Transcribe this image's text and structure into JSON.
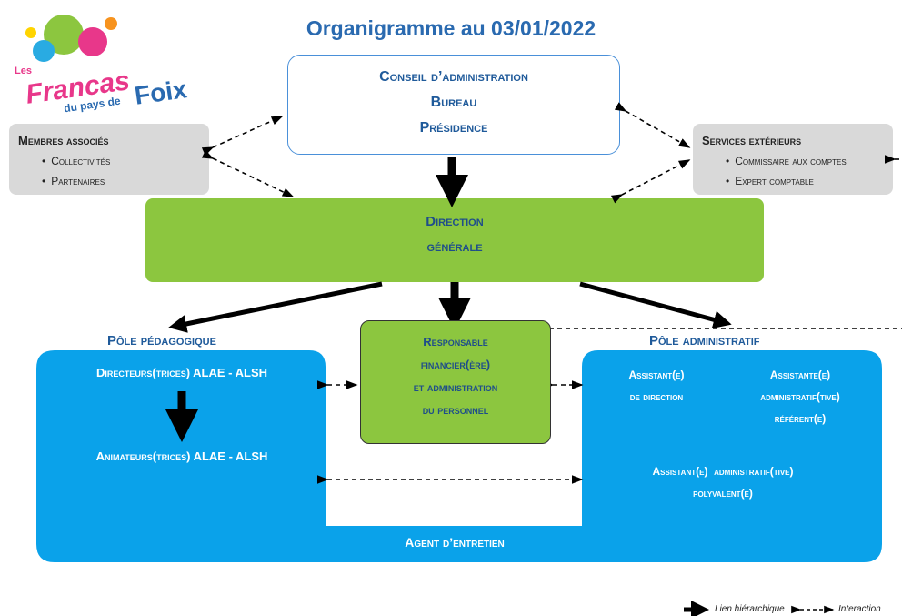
{
  "title": "Organigramme au 03/01/2022",
  "logo": {
    "les": "Les",
    "francas": "Francas",
    "du_pays_de": "du pays de",
    "foix": "Foix"
  },
  "conseil": {
    "line1": "Conseil d’administration",
    "line2": "Bureau",
    "line3": "Présidence"
  },
  "membres": {
    "header": "Membres associés",
    "items": [
      "Collectivités",
      "Partenaires"
    ]
  },
  "services": {
    "header": "Services extérieurs",
    "items": [
      "Commissaire aux comptes",
      "Expert comptable"
    ]
  },
  "direction": {
    "line1": "Direction",
    "line2": "générale"
  },
  "pole_peda": {
    "label": "Pôle pédagogique",
    "directeurs": "Directeurs(trices) ALAE - ALSH",
    "animateurs": "Animateurs(trices) ALAE - ALSH"
  },
  "responsable": {
    "line1": "Responsable",
    "line2": "financier(ère)",
    "line3": "et administration",
    "line4": "du personnel"
  },
  "pole_admin": {
    "label": "Pôle administratif",
    "assistant_dir_1": "Assistant(e)",
    "assistant_dir_2": "de direction",
    "assistante_ref_1": "Assistante(e)",
    "assistante_ref_2": "administratif(tive)",
    "assistante_ref_3": "référent(e)",
    "assistant_poly_1": "Assistant(e)  administratif(tive)",
    "assistant_poly_2": "polyvalent(e)"
  },
  "agent": "Agent d’entretien",
  "legend": {
    "hierarchique": "Lien hiérarchique",
    "interaction": "Interaction"
  },
  "colors": {
    "title": "#2a6ab0",
    "green": "#8cc63f",
    "blue": "#0aa2ea",
    "gray": "#d9d9d9"
  }
}
